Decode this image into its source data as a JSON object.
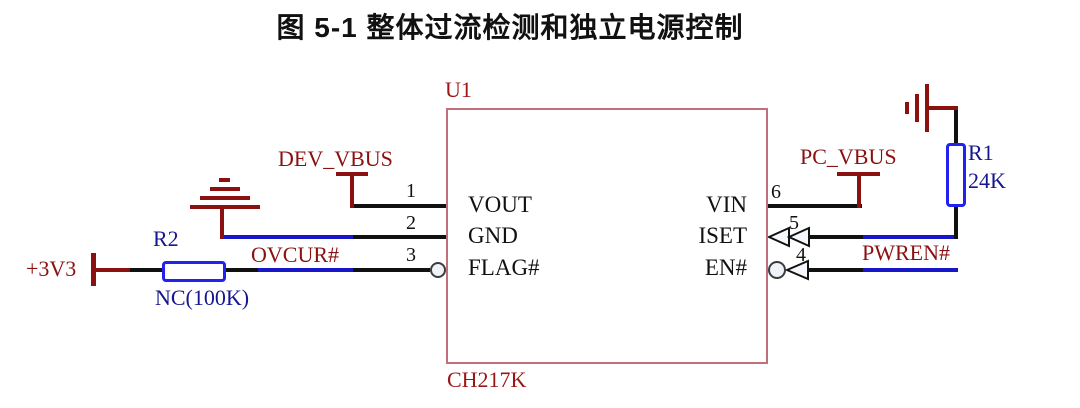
{
  "title": "图 5-1 整体过流检测和独立电源控制",
  "chip": {
    "designator": "U1",
    "part": "CH217K",
    "left_pins": [
      {
        "number": "1",
        "name": "VOUT"
      },
      {
        "number": "2",
        "name": "GND"
      },
      {
        "number": "3",
        "name": "FLAG#"
      }
    ],
    "right_pins": [
      {
        "number": "6",
        "name": "VIN"
      },
      {
        "number": "5",
        "name": "ISET"
      },
      {
        "number": "4",
        "name": "EN#"
      }
    ]
  },
  "net_labels": {
    "p3v3": "+3V3",
    "dev_vbus": "DEV_VBUS",
    "ovcur": "OVCUR#",
    "pc_vbus": "PC_VBUS",
    "pwren": "PWREN#"
  },
  "resistors": {
    "r2": {
      "designator": "R2",
      "value": "NC(100K)"
    },
    "r1": {
      "designator": "R1",
      "value": "24K"
    }
  },
  "colors": {
    "net_label_red": "#8b1111",
    "wire_blue": "#1717c9",
    "wire_black": "#111111",
    "component_body_blue": "#2121f0",
    "component_text_navy": "#16168f",
    "chip_border_rose": "#c0707a",
    "chip_label_red": "#9c1616"
  }
}
